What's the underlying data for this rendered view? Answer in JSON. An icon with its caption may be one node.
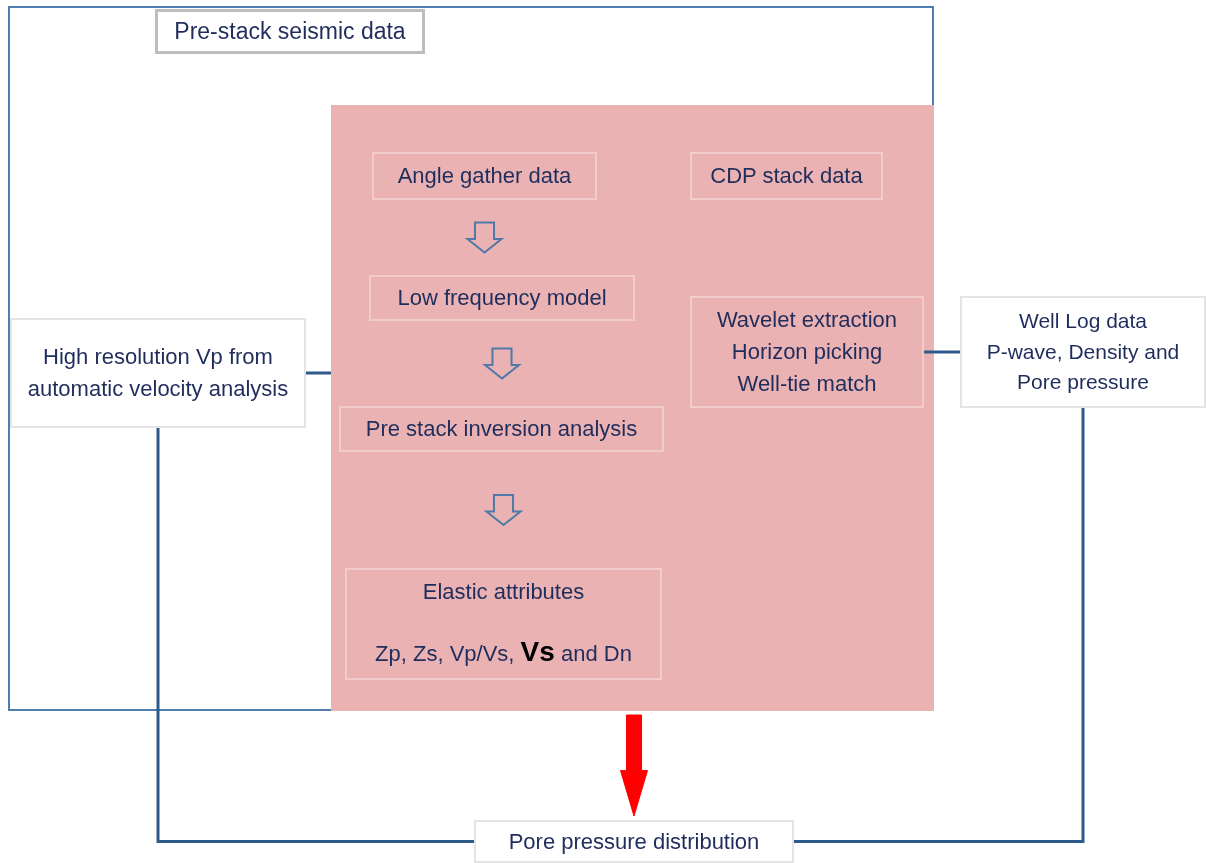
{
  "diagram": {
    "nodes": [
      {
        "text": [
          "Pre-stack seismic data"
        ]
      },
      {
        "text": [],
        "shape": "box",
        "in": 0
      },
      {
        "text": [
          "Angle gather data"
        ],
        "in": 1
      },
      {
        "text": [
          "CDP stack data"
        ],
        "in": 1
      },
      {
        "text": [
          "Low frequency model"
        ],
        "in": 1
      },
      {
        "text": [
          "Wavelet extraction",
          "Horizon picking",
          "Well-tie match"
        ],
        "in": 1
      },
      {
        "text": [
          "Pre stack inversion analysis"
        ],
        "in": 1
      },
      {
        "text": [
          "Elastic attributes",
          "Zp, Zs, Vp/Vs, **Vs** and Dn"
        ],
        "in": 1
      },
      {
        "text": [
          "High resolution Vp from automatic velocity analysis"
        ],
        "in": 0
      },
      {
        "text": [
          "Well Log data",
          "P-wave, Density and Pore pressure"
        ]
      },
      {
        "text": [
          "Pore pressure distribution"
        ]
      }
    ],
    "edges": [
      {
        "from": 2,
        "to": 4,
        "arrow": "to"
      },
      {
        "from": 4,
        "to": 6,
        "arrow": "to"
      },
      {
        "from": 6,
        "to": 7,
        "arrow": "to"
      },
      {
        "from": 8,
        "to": 1,
        "arrow": "none"
      },
      {
        "from": 5,
        "to": 9,
        "arrow": "none"
      },
      {
        "from": 8,
        "to": 10,
        "arrow": "none"
      },
      {
        "from": 9,
        "to": 10,
        "arrow": "none"
      },
      {
        "from": 1,
        "to": 10,
        "arrow": "to",
        "style": "thick",
        "color": "#ff0000"
      }
    ]
  }
}
